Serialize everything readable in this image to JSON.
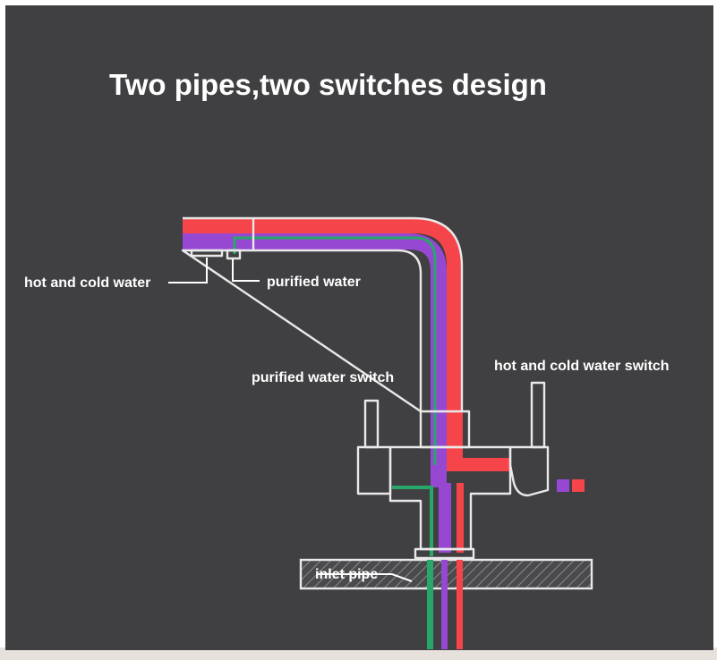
{
  "title": "Two pipes,two switches design",
  "labels": {
    "spout_left": "hot and cold water",
    "spout_right": "purified water",
    "switch_left": "purified water switch",
    "switch_right": "hot and cold water switch",
    "inlet": "inlet pipe"
  },
  "colors": {
    "background": "#404043",
    "hot_cold": "#f5444a",
    "purified_channel": "#9648d2",
    "purified_line": "#27a86a",
    "outline": "#e9e9e9",
    "text": "#ffffff"
  },
  "legend_swatches": [
    "purple",
    "red"
  ]
}
